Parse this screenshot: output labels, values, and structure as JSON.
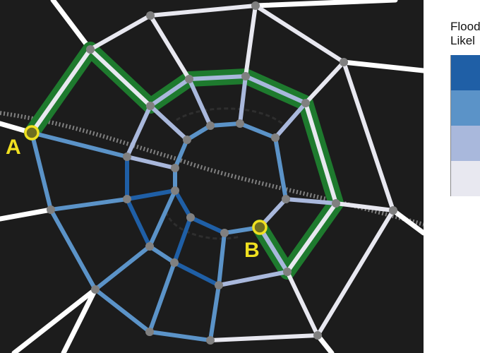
{
  "map": {
    "point_a_label": "A",
    "point_b_label": "B"
  },
  "legend": {
    "title_line1": "Flood",
    "title_line2": "Likel",
    "swatches": [
      {
        "color": "#1f5fa6"
      },
      {
        "color": "#5b93c8"
      },
      {
        "color": "#a9b8dc"
      },
      {
        "color": "#e8e8f0"
      }
    ]
  },
  "colors": {
    "background": "#1c1c1c",
    "road": "#ffffff",
    "level_high": "#1f5fa6",
    "level_med": "#5b93c8",
    "level_low": "#a9b8dc",
    "level_none": "#e8e8f0",
    "route": "#1e7a2e",
    "node": "#808080",
    "marker": "#f0e020"
  }
}
